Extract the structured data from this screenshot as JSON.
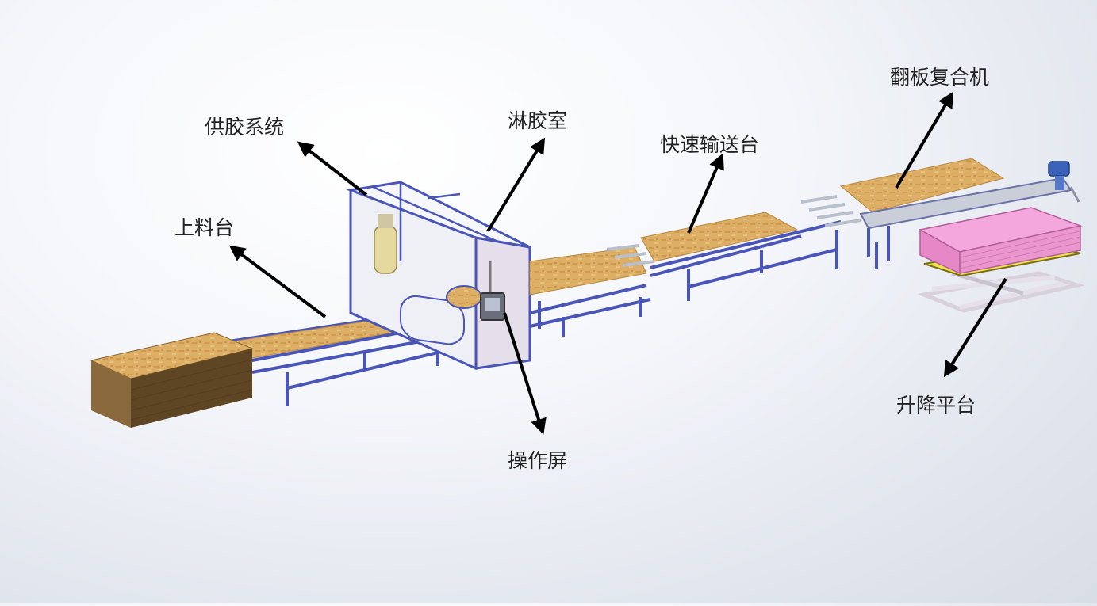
{
  "labels": {
    "loading_table": "上料台",
    "glue_supply": "供胶系统",
    "glue_room": "淋胶室",
    "fast_conveyor": "快速输送台",
    "flip_composite": "翻板复合机",
    "operation_screen": "操作屏",
    "lift_platform": "升降平台"
  },
  "colors": {
    "frame": "#4a55b8",
    "board": "#d9ad63",
    "glue_room_panel": "#e8e4ef",
    "pink_stack": "#ef8fd0",
    "yellow_base": "#f1e34a"
  }
}
